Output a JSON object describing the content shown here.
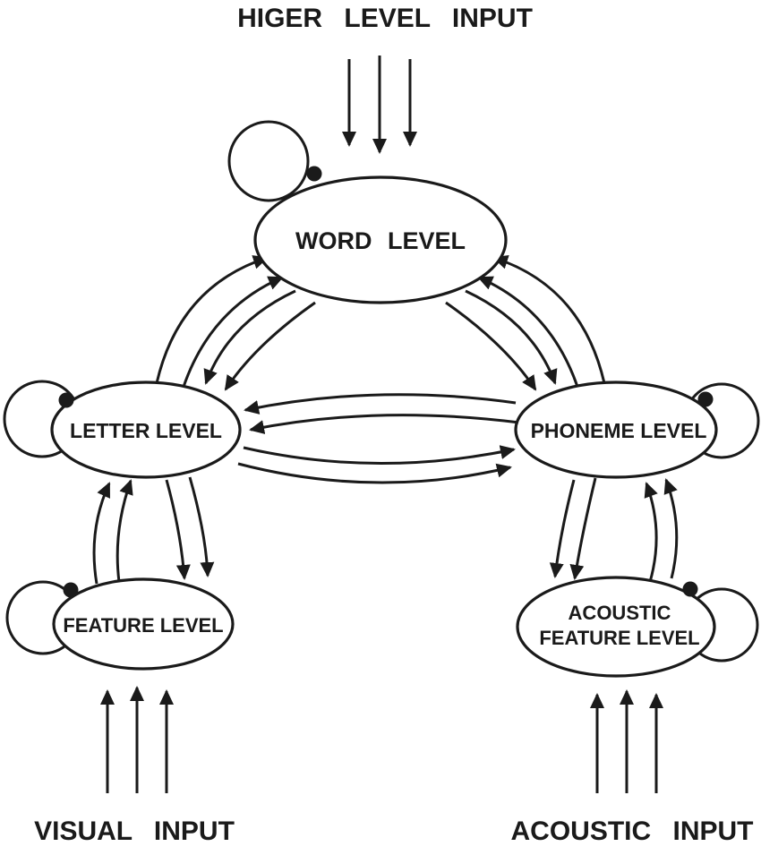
{
  "diagram": {
    "background": "#ffffff",
    "stroke_color": "#1a1a1a",
    "labels": {
      "higher_input": "HIGER LEVEL INPUT",
      "visual_input": "VISUAL INPUT",
      "acoustic_input": "ACOUSTIC INPUT"
    },
    "nodes": {
      "word": "WORD LEVEL",
      "letter": "LETTER LEVEL",
      "phoneme": "PHONEME LEVEL",
      "feature": "FEATURE LEVEL",
      "acoustic_feature_line1": "ACOUSTIC",
      "acoustic_feature_line2": "FEATURE LEVEL"
    }
  }
}
